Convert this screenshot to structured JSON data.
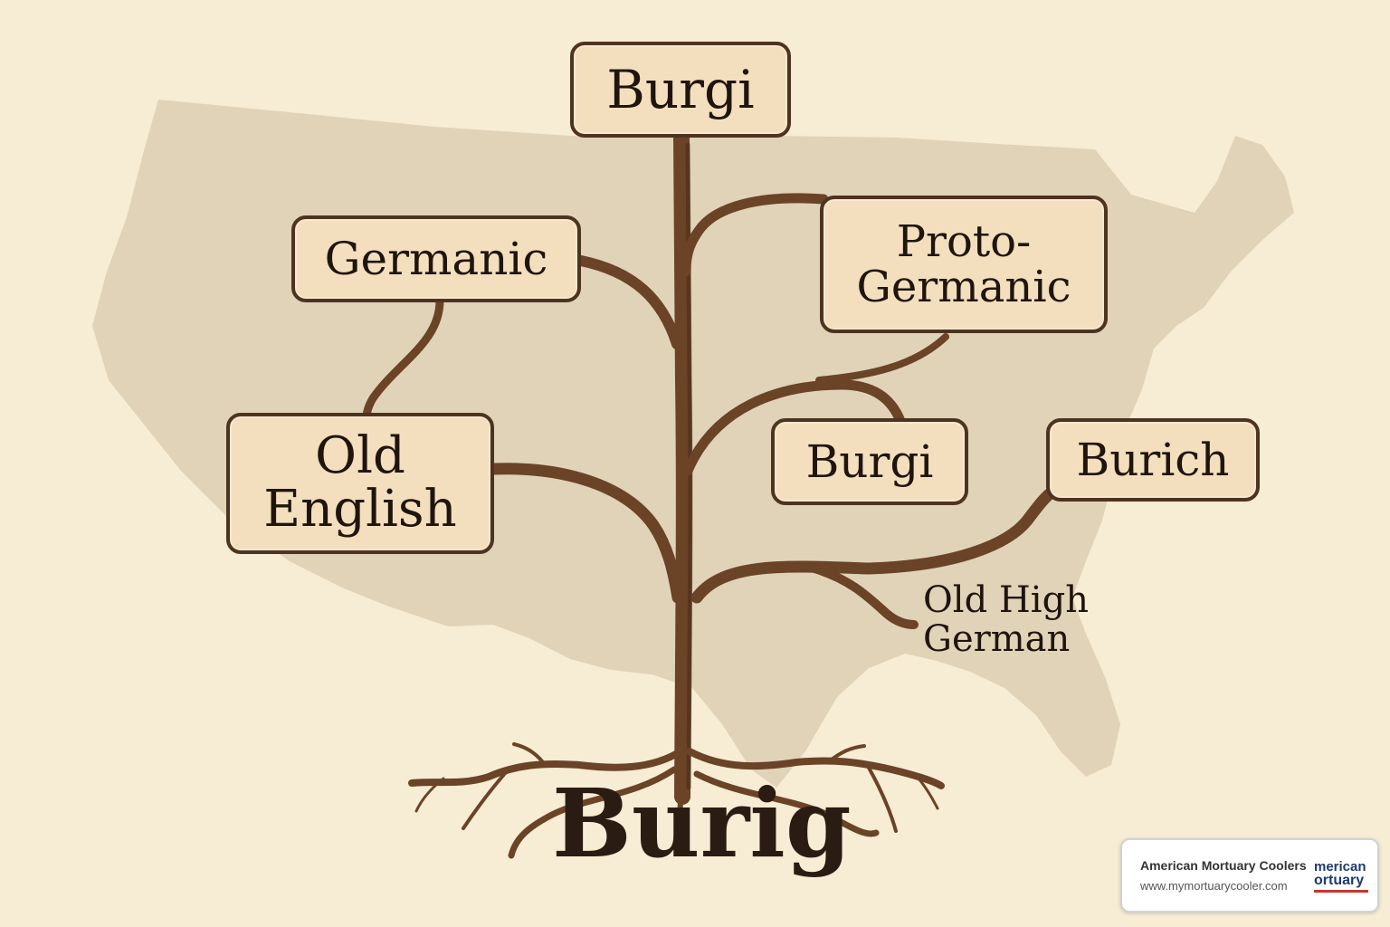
{
  "diagram": {
    "nodes": {
      "top": "Burgi",
      "germanic": "Germanic",
      "proto_germanic_1": "Proto-",
      "proto_germanic_2": "Germanic",
      "old_english_1": "Old",
      "old_english_2": "English",
      "burgi_mid": "Burgi",
      "burich": "Burich"
    },
    "free_labels": {
      "old_high_german_1": "Old High",
      "old_high_german_2": "German"
    },
    "root_word": "Burig"
  },
  "badge": {
    "name": "American Mortuary Coolers",
    "url": "www.mymortuarycooler.com",
    "logo_line1": "merican",
    "logo_line2": "ortuary"
  },
  "colors": {
    "background": "#f7ecd4",
    "map_silhouette": "#dccfb3",
    "tree_brown": "#6b4327",
    "node_fill": "#f3dfbd",
    "node_border": "#4e3321",
    "text": "#1f150e"
  },
  "icons": {
    "background_map": "usa-map-silhouette",
    "tree": "tree-with-roots"
  }
}
